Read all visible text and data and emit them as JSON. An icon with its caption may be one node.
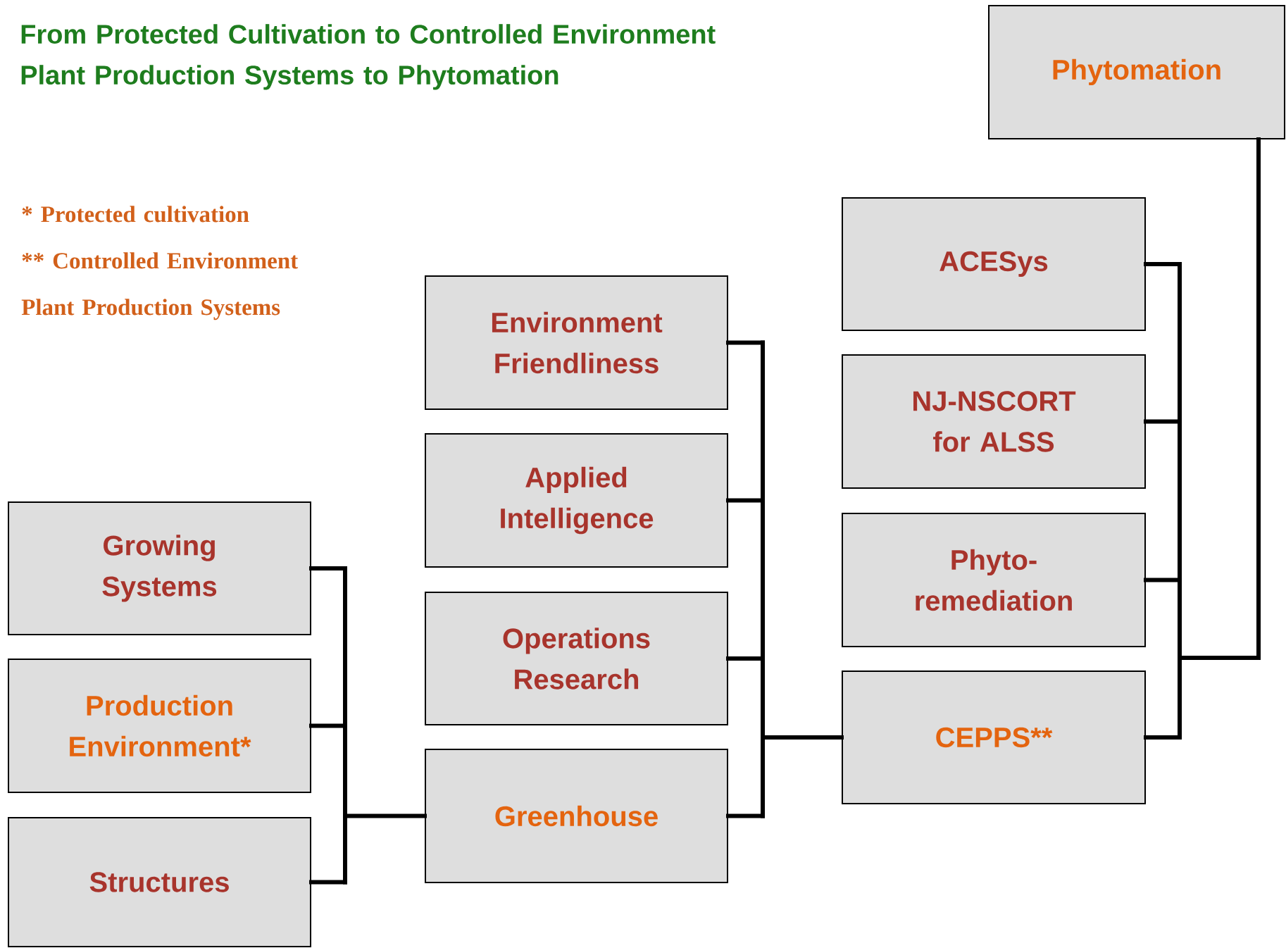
{
  "diagram": {
    "title": "From Protected Cultivation to Controlled Environment Plant Production Systems to Phytomation",
    "nodes": [
      {
        "text": [
          "Phytomation"
        ]
      },
      {
        "text": [
          "ACESys"
        ]
      },
      {
        "text": [
          "NJ-NSCORT for ALSS"
        ]
      },
      {
        "text": [
          "Phyto-remediation"
        ]
      },
      {
        "text": [
          "CEPPS**"
        ]
      },
      {
        "text": [
          "Environment Friendliness"
        ]
      },
      {
        "text": [
          "Applied Intelligence"
        ]
      },
      {
        "text": [
          "Operations Research"
        ]
      },
      {
        "text": [
          "Greenhouse"
        ]
      },
      {
        "text": [
          "Growing Systems"
        ]
      },
      {
        "text": [
          "Production Environment*"
        ]
      },
      {
        "text": [
          "Structures"
        ]
      }
    ],
    "edges": [
      {
        "from": 1,
        "to": 0,
        "arrow": "none"
      },
      {
        "from": 2,
        "to": 0,
        "arrow": "none"
      },
      {
        "from": 3,
        "to": 0,
        "arrow": "none"
      },
      {
        "from": 4,
        "to": 0,
        "arrow": "none"
      },
      {
        "from": 5,
        "to": 4,
        "arrow": "none"
      },
      {
        "from": 6,
        "to": 4,
        "arrow": "none"
      },
      {
        "from": 7,
        "to": 4,
        "arrow": "none"
      },
      {
        "from": 8,
        "to": 4,
        "arrow": "none"
      },
      {
        "from": 9,
        "to": 8,
        "arrow": "none"
      },
      {
        "from": 10,
        "to": 8,
        "arrow": "none"
      },
      {
        "from": 11,
        "to": 8,
        "arrow": "none"
      }
    ],
    "labels": [
      "* Protected cultivation",
      "** Controlled Environment Plant Production Systems"
    ]
  }
}
